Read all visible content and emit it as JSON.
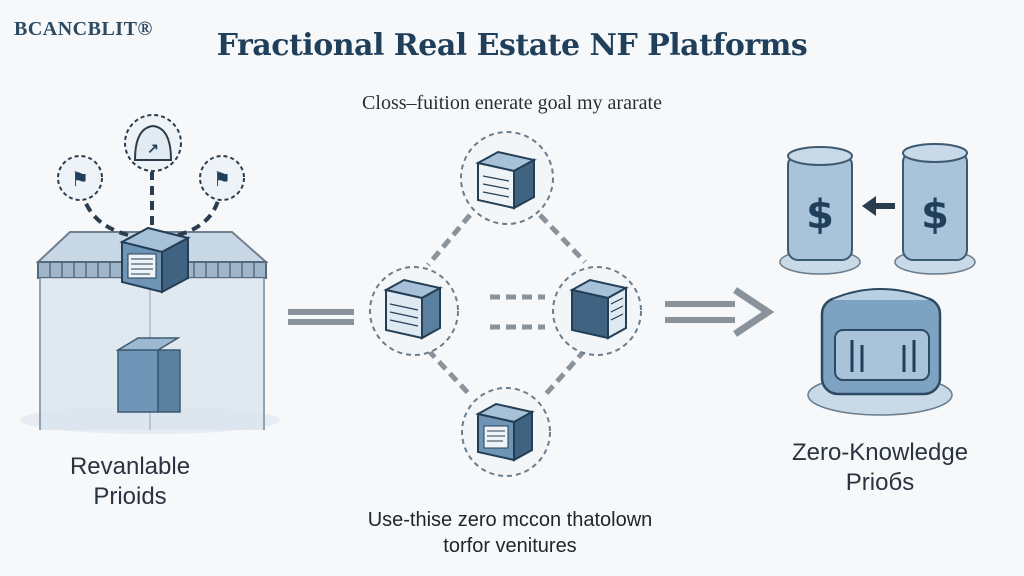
{
  "header": {
    "logo": "BCANCBLIT®",
    "title": "Fractional Real Estate NF Platforms",
    "subtitle": "Closs–fuition enerate goal my ararate"
  },
  "labels": {
    "left_line1": "Revanlable",
    "left_line2": "Prioids",
    "right_line1": "Zero-Knowledge",
    "right_line2": "Prioбs",
    "bottom_line1": "Use-thise zero mccon thatolown",
    "bottom_line2": "torfor venitures"
  },
  "icons": {
    "coin_left": "dollar-sign",
    "coin_right": "dollar-sign"
  },
  "colors": {
    "navy": "#1f3f5b",
    "steel_blue": "#6f93b4",
    "light_blue": "#b9cfe2",
    "panel": "#dde7f0"
  }
}
